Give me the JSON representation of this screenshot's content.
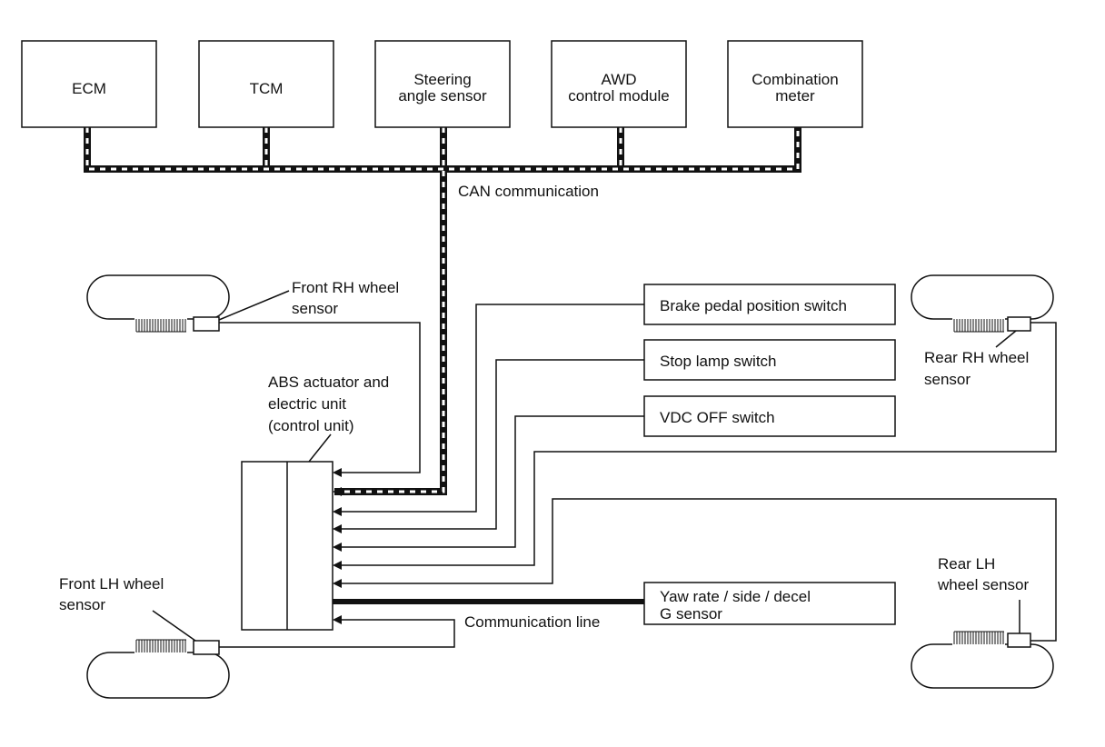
{
  "modules": {
    "ecm": [
      "ECM"
    ],
    "tcm": [
      "TCM"
    ],
    "steering": [
      "Steering",
      "angle sensor"
    ],
    "awd": [
      "AWD",
      "control module"
    ],
    "meter": [
      "Combination",
      "meter"
    ]
  },
  "can_label": "CAN communication",
  "abs_label": [
    "ABS actuator and",
    "electric unit",
    "(control unit)"
  ],
  "switches": {
    "brake": "Brake pedal position switch",
    "stop": "Stop lamp switch",
    "vdc": "VDC OFF switch"
  },
  "yaw": [
    "Yaw rate / side / decel",
    "G sensor"
  ],
  "comm_label": "Communication line",
  "wheels": {
    "front_rh": [
      "Front RH wheel",
      "sensor"
    ],
    "rear_rh": [
      "Rear RH wheel",
      "sensor"
    ],
    "front_lh": [
      "Front LH wheel",
      "sensor"
    ],
    "rear_lh": [
      "Rear LH",
      "wheel sensor"
    ]
  }
}
